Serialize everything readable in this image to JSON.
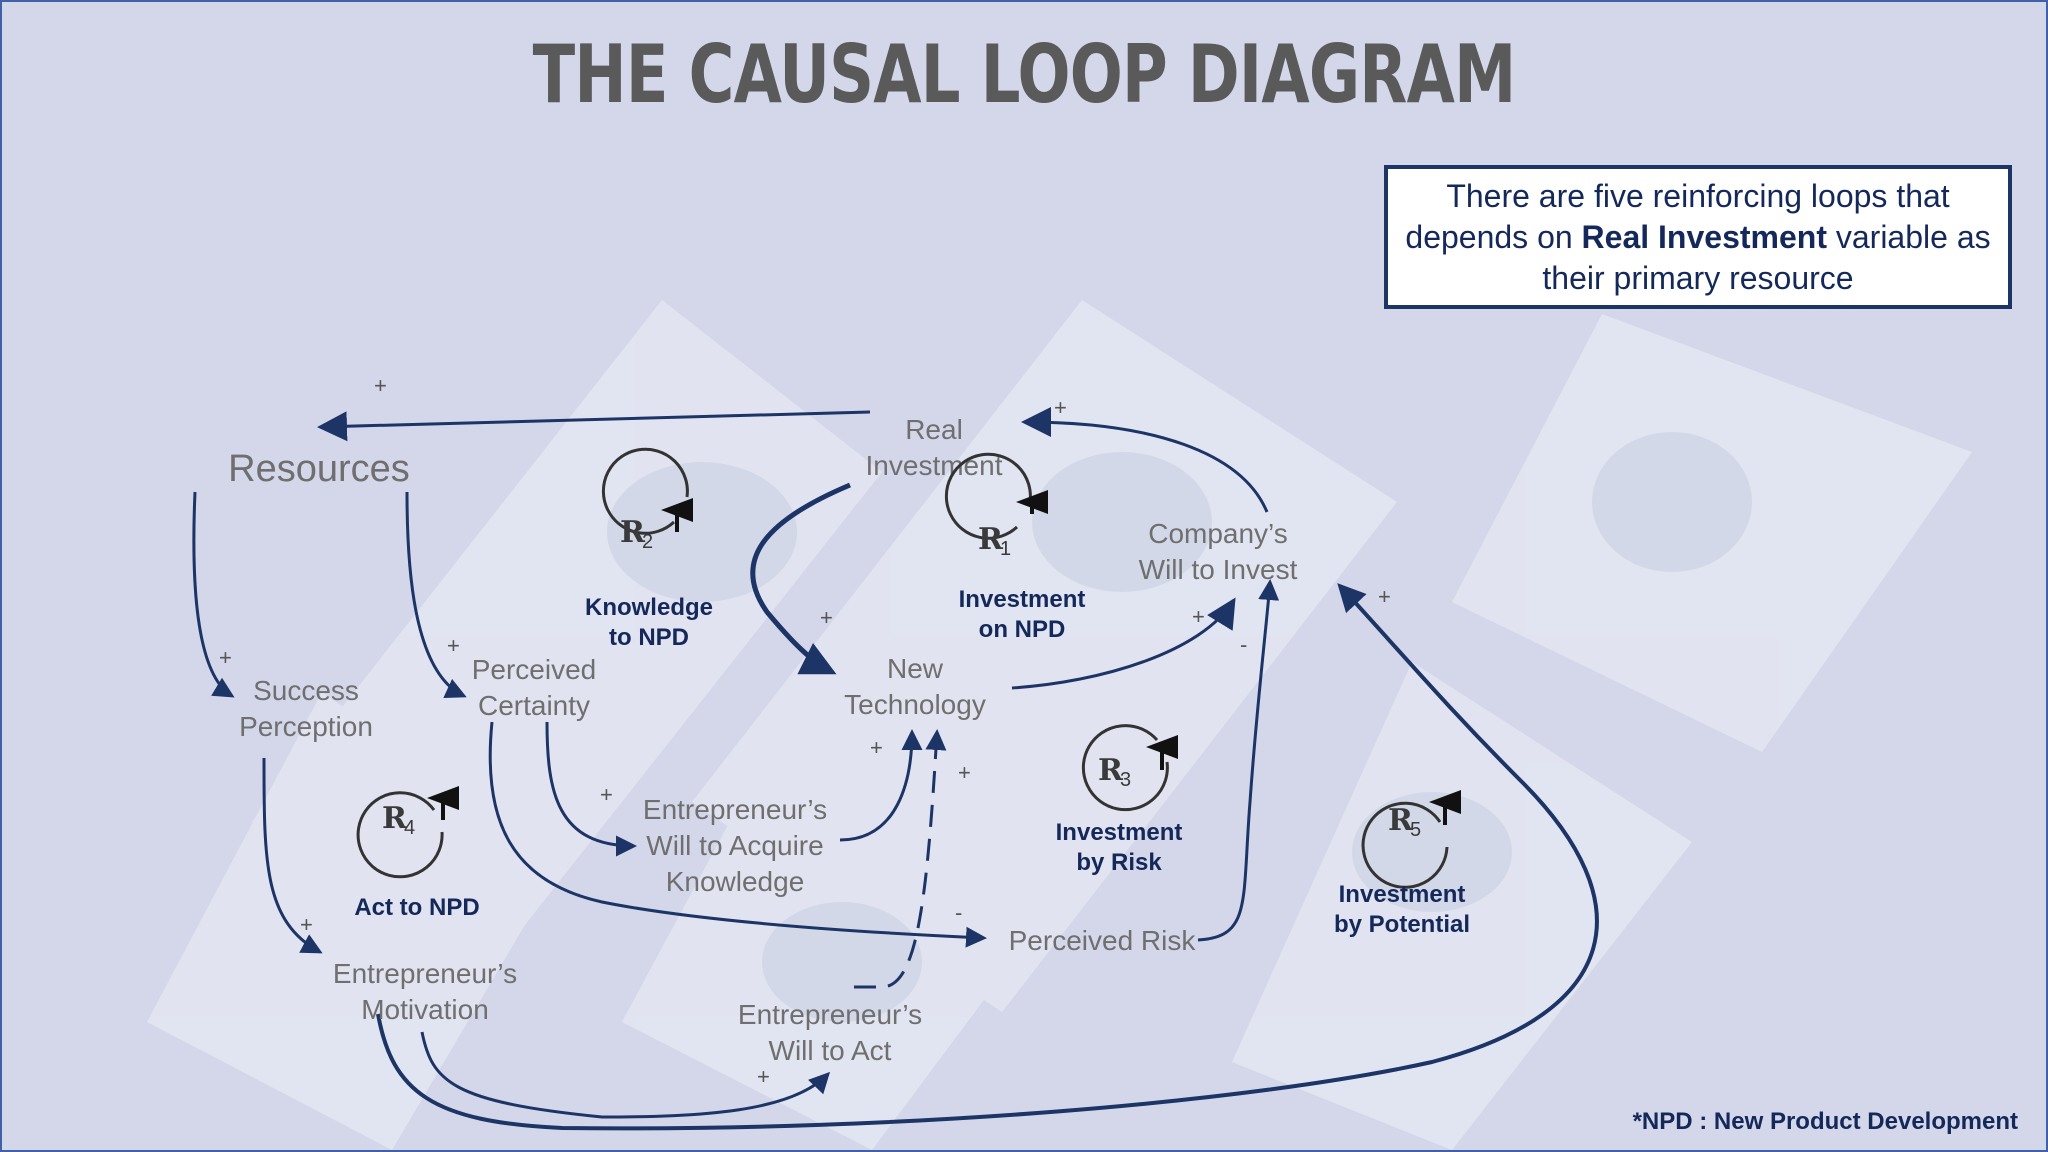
{
  "title": "THE CAUSAL LOOP DIAGRAM",
  "callout": {
    "before": "There are five reinforcing loops that depends on ",
    "bold": "Real Investment",
    "after": " variable as their primary resource"
  },
  "nodes": {
    "resources": "Resources",
    "real_investment_1": "Real",
    "real_investment_2": "Investment",
    "company_will_1": "Company’s",
    "company_will_2": "Will to Invest",
    "new_technology_1": "New",
    "new_technology_2": "Technology",
    "success_perception_1": "Success",
    "success_perception_2": "Perception",
    "perceived_certainty_1": "Perceived",
    "perceived_certainty_2": "Certainty",
    "will_acquire_1": "Entrepreneur’s",
    "will_acquire_2": "Will to Acquire",
    "will_acquire_3": "Knowledge",
    "perceived_risk": "Perceived Risk",
    "motivation_1": "Entrepreneur’s",
    "motivation_2": "Motivation",
    "will_act_1": "Entrepreneur’s",
    "will_act_2": "Will to Act"
  },
  "loops": [
    {
      "id": "r1",
      "symbol": "R",
      "index": "1",
      "name_1": "Investment",
      "name_2": "on NPD"
    },
    {
      "id": "r2",
      "symbol": "R",
      "index": "2",
      "name_1": "Knowledge",
      "name_2": "to NPD"
    },
    {
      "id": "r3",
      "symbol": "R",
      "index": "3",
      "name_1": "Investment",
      "name_2": "by Risk"
    },
    {
      "id": "r4",
      "symbol": "R",
      "index": "4",
      "name_1": "Act to NPD",
      "name_2": ""
    },
    {
      "id": "r5",
      "symbol": "R",
      "index": "5",
      "name_1": "Investment",
      "name_2": "by Potential"
    }
  ],
  "signs": {
    "plus": "+",
    "minus": "-"
  },
  "footnote": "*NPD : New Product Development",
  "colors": {
    "background": "#d3d7e9",
    "arrow": "#1d3466",
    "node_text": "#6f6f6f",
    "loop_label": "#14285a",
    "border": "#4060a8"
  }
}
